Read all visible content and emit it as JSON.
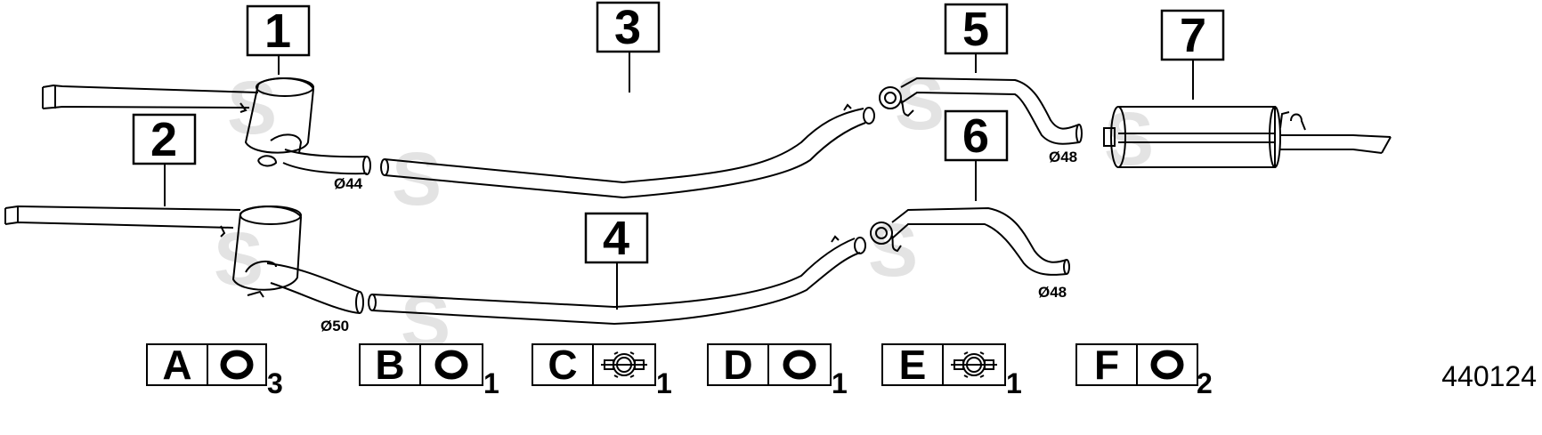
{
  "callouts": [
    {
      "number": "1"
    },
    {
      "number": "2"
    },
    {
      "number": "3"
    },
    {
      "number": "4"
    },
    {
      "number": "5"
    },
    {
      "number": "6"
    },
    {
      "number": "7"
    }
  ],
  "diameters": [
    {
      "text": "Ø44"
    },
    {
      "text": "Ø50"
    },
    {
      "text": "Ø48"
    },
    {
      "text": "Ø48"
    }
  ],
  "watermark": {
    "letter": "S"
  },
  "kits": [
    {
      "letter": "A",
      "part": "ring-seal",
      "qty": "3"
    },
    {
      "letter": "B",
      "part": "ring-seal",
      "qty": "1"
    },
    {
      "letter": "C",
      "part": "clamp",
      "qty": "1"
    },
    {
      "letter": "D",
      "part": "ring-seal",
      "qty": "1"
    },
    {
      "letter": "E",
      "part": "clamp",
      "qty": "1"
    },
    {
      "letter": "F",
      "part": "ring-seal",
      "qty": "2"
    }
  ],
  "drawing_number": "440124"
}
